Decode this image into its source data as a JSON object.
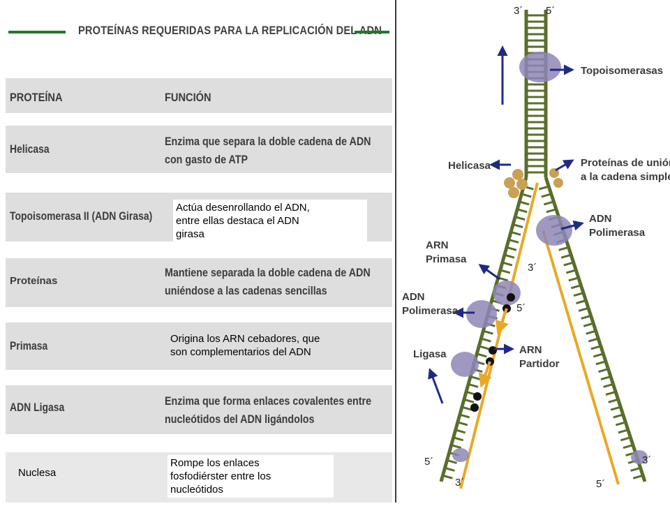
{
  "table": {
    "title": "PROTEÍNAS REQUERIDAS PARA LA REPLICACIÓN DEL ADN",
    "header": {
      "protein": "PROTEÍNA",
      "function": "FUNCIÓN"
    },
    "rows": [
      {
        "name": "Helicasa",
        "function": [
          "Enzima que separa la doble cadena de ADN",
          "con gasto de ATP"
        ]
      },
      {
        "name": "Topoisomerasa II (ADN Girasa)",
        "function": [
          "Actúa desenrollando el ADN,",
          "entre ellas destaca el ADN",
          "girasa"
        ]
      },
      {
        "name": "Proteínas",
        "function": [
          "Mantiene separada la doble cadena de ADN",
          "uniéndose a las cadenas sencillas"
        ]
      },
      {
        "name": "Primasa",
        "function": [
          "Origina los ARN cebadores, que",
          "son complementarios del ADN"
        ]
      },
      {
        "name": "ADN Ligasa",
        "function": [
          "Enzima que forma enlaces covalentes entre",
          "nucleótidos del ADN ligándolos"
        ]
      },
      {
        "name": "Nuclesa",
        "function": [
          "Rompe los enlaces",
          "fosfodiérster entre los",
          "nucleótidos"
        ]
      }
    ]
  },
  "diagram": {
    "ends": {
      "top_left": "3´",
      "top_right": "5´",
      "primer_right": "3´",
      "primer_left": "5´",
      "bottom_left_outer": "5´",
      "bottom_left_inner": "3´",
      "bottom_right_outer": "5´",
      "bottom_right_inner": "3´"
    },
    "labels": {
      "topoisomerasas": "Topoisomerasas",
      "helicasa": "Helicasa",
      "proteinas_union": [
        "Proteínas de unión",
        "a la cadena simple"
      ],
      "adn_polimerasa_right": [
        "ADN",
        "Polimerasa"
      ],
      "arn_primasa": [
        "ARN",
        "Primasa"
      ],
      "adn_polimerasa_left": [
        "ADN",
        "Polimerasa"
      ],
      "ligasa": "Ligasa",
      "arn_partidor": [
        "ARN",
        "Partidor"
      ]
    },
    "colors": {
      "strand": "#5a6e2c",
      "new_strand": "#e9a825",
      "arrow": "#1f2a86",
      "protein": "#8e86b6",
      "helicase": "#c9a054",
      "accent": "#1f7a2a"
    }
  }
}
